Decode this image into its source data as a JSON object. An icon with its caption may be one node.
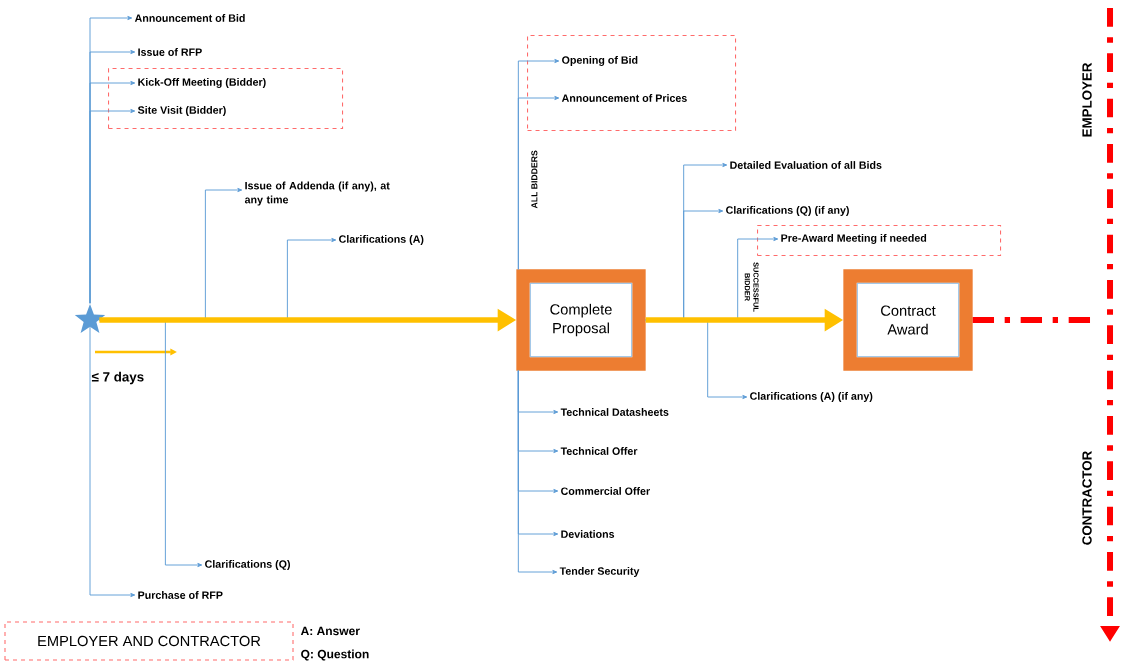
{
  "diagram": {
    "nodes": [
      {
        "text": [],
        "shape": "star"
      },
      {
        "text": [
          "Announcement of Bid"
        ]
      },
      {
        "text": [
          "Issue of RFP"
        ]
      },
      {
        "text": [],
        "shape": "box"
      },
      {
        "text": [
          "Kick-Off Meeting (Bidder)"
        ],
        "in": 3
      },
      {
        "text": [
          "Site Visit (Bidder)"
        ],
        "in": 3
      },
      {
        "text": [
          "Issue of Addenda (if any), at any time"
        ]
      },
      {
        "text": [
          "Clarifications (A)"
        ]
      },
      {
        "text": [
          "Complete Proposal"
        ]
      },
      {
        "text": [],
        "shape": "box"
      },
      {
        "text": [
          "Opening of Bid"
        ],
        "in": 9
      },
      {
        "text": [
          "Announcement of Prices"
        ],
        "in": 9
      },
      {
        "text": [
          "Detailed Evaluation of all Bids"
        ]
      },
      {
        "text": [
          "Clarifications (Q) (if any)"
        ]
      },
      {
        "text": [],
        "shape": "box"
      },
      {
        "text": [
          "Pre-Award Meeting if needed"
        ],
        "in": 14
      },
      {
        "text": [
          "Contract Award"
        ]
      },
      {
        "text": [
          "Clarifications (A) (if any)"
        ]
      },
      {
        "text": [
          "Technical Datasheets"
        ]
      },
      {
        "text": [
          "Technical Offer"
        ]
      },
      {
        "text": [
          "Commercial Offer"
        ]
      },
      {
        "text": [
          "Deviations"
        ]
      },
      {
        "text": [
          "Tender Security"
        ]
      },
      {
        "text": [
          "Clarifications (Q)"
        ]
      },
      {
        "text": [
          "Purchase of RFP"
        ]
      },
      {
        "text": [
          "EMPLOYER AND CONTRACTOR"
        ]
      }
    ],
    "edges": [
      {
        "from": 0,
        "to": 1,
        "arrow": "to"
      },
      {
        "from": 0,
        "to": 2,
        "arrow": "to"
      },
      {
        "from": 0,
        "to": 4,
        "arrow": "to"
      },
      {
        "from": 0,
        "to": 5,
        "arrow": "to"
      },
      {
        "from": 0,
        "to": 24,
        "arrow": "to"
      },
      {
        "from": 0,
        "to": 6,
        "arrow": "to"
      },
      {
        "from": 0,
        "to": 7,
        "arrow": "to"
      },
      {
        "from": 0,
        "to": 23,
        "arrow": "to"
      },
      {
        "from": 0,
        "to": 8,
        "arrow": "to",
        "style": "thick",
        "color": "#ffc000"
      },
      {
        "from": 8,
        "to": 10,
        "arrow": "to",
        "label": "ALL BIDDERS"
      },
      {
        "from": 8,
        "to": 11,
        "arrow": "to"
      },
      {
        "from": 8,
        "to": 18,
        "arrow": "to"
      },
      {
        "from": 8,
        "to": 19,
        "arrow": "to"
      },
      {
        "from": 8,
        "to": 20,
        "arrow": "to"
      },
      {
        "from": 8,
        "to": 21,
        "arrow": "to"
      },
      {
        "from": 8,
        "to": 22,
        "arrow": "to"
      },
      {
        "from": 8,
        "to": 12,
        "arrow": "to"
      },
      {
        "from": 8,
        "to": 13,
        "arrow": "to"
      },
      {
        "from": 8,
        "to": 17,
        "arrow": "to"
      },
      {
        "from": 8,
        "to": 15,
        "arrow": "to",
        "label": "SUCCESSFUL BIDDER"
      },
      {
        "from": 8,
        "to": 16,
        "arrow": "to",
        "style": "thick",
        "color": "#ffc000"
      },
      {
        "from": 16,
        "to": null,
        "arrow": "none",
        "style": "dashed",
        "color": "#ff0000"
      }
    ],
    "labels": [
      "EMPLOYER",
      "≤ 7 days",
      "CONTRACTOR",
      "A: Answer",
      "Q: Question"
    ]
  }
}
